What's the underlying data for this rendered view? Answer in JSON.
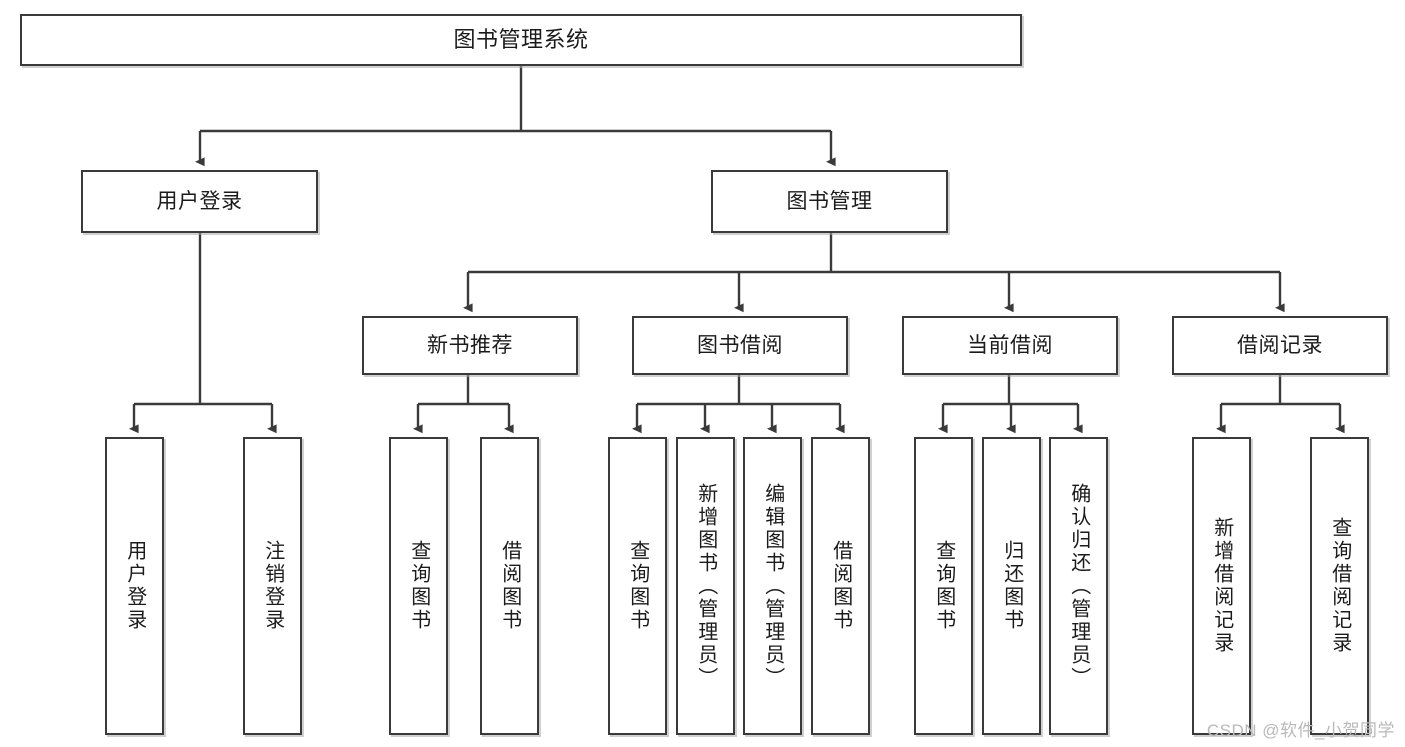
{
  "diagram": {
    "title": "图书管理系统",
    "type": "tree",
    "theme": {
      "box_border": "#3a3a3a",
      "box_fill": "#ffffff",
      "connector": "#3a3a3a",
      "text": "#1b1b1b",
      "watermark": "#b9b9b9",
      "background": "#ffffff"
    },
    "watermark": "CSDN @软件_小贺同学",
    "levels": {
      "root": {
        "label": "图书管理系统"
      },
      "level1": [
        {
          "label": "用户登录"
        },
        {
          "label": "图书管理"
        }
      ],
      "level2": [
        {
          "label": "新书推荐"
        },
        {
          "label": "图书借阅"
        },
        {
          "label": "当前借阅"
        },
        {
          "label": "借阅记录"
        }
      ]
    },
    "nodes": {
      "root": "图书管理系统",
      "user_login": "用户登录",
      "book_manage": "图书管理",
      "new_book_rec": "新书推荐",
      "book_borrow": "图书借阅",
      "current_borrow": "当前借阅",
      "borrow_record": "借阅记录",
      "leaf_user_login": "用户登录",
      "leaf_logout": "注销登录",
      "leaf_query_book_a": "查询图书",
      "leaf_borrow_book_a": "借阅图书",
      "leaf_query_book_b": "查询图书",
      "leaf_add_book_admin": "新增图书（管理员）",
      "leaf_edit_book_admin": "编辑图书（管理员）",
      "leaf_borrow_book_b": "借阅图书",
      "leaf_query_book_c": "查询图书",
      "leaf_return_book": "归还图书",
      "leaf_confirm_return_admin": "确认归还（管理员）",
      "leaf_add_record": "新增借阅记录",
      "leaf_query_record": "查询借阅记录"
    }
  }
}
